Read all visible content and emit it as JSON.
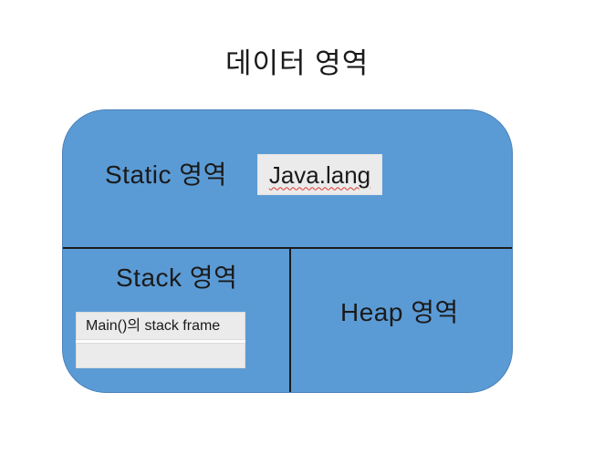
{
  "title": "데이터 영역",
  "regions": {
    "static": {
      "label": "Static 영역",
      "box_value": "Java.lang"
    },
    "stack": {
      "label": "Stack 영역",
      "frames": [
        {
          "label": "Main()의 stack frame"
        },
        {
          "label": ""
        }
      ]
    },
    "heap": {
      "label": "Heap 영역"
    }
  },
  "colors": {
    "region_fill": "#5B9BD5",
    "region_border": "#4A81BA",
    "divider_line": "#1B1B1B",
    "inner_box_fill": "#EBEBEB",
    "inner_box_border": "#DCDCDC",
    "spellcheck_wave": "#E0392F",
    "text": "#1A1A1A",
    "page_bg": "#FFFFFF"
  }
}
